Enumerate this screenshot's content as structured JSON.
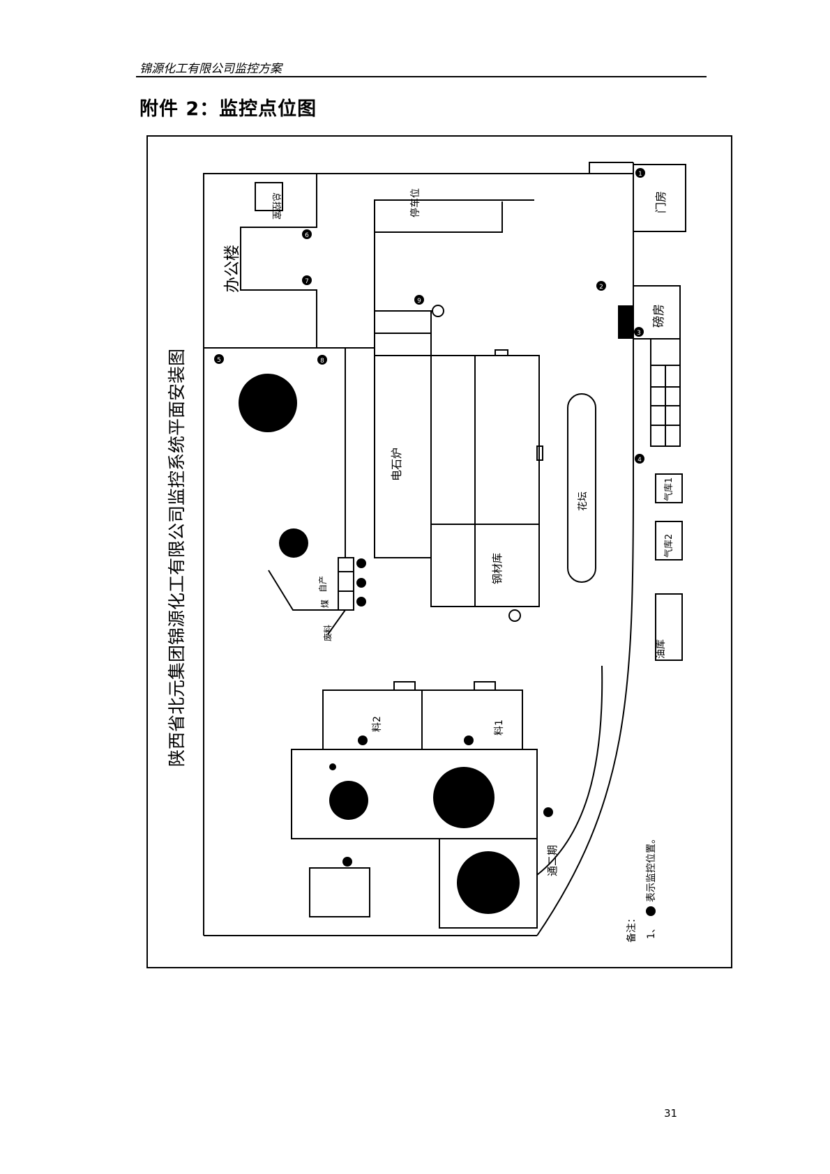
{
  "header": {
    "running_title": "锦源化工有限公司监控方案",
    "attachment_title": "附件 2：监控点位图"
  },
  "plan": {
    "title": "陕西省北元集团锦源化工有限公司监控系统平面安装图",
    "labels": {
      "office_building": "办公楼",
      "control_room": "总控室",
      "parking": "停车位",
      "gatehouse": "门房",
      "pump_room": "磅房",
      "carbide_furnace": "电石炉",
      "flower_bed": "花坛",
      "steel_warehouse": "钢材库",
      "gas_store_1": "气库1",
      "gas_store_2": "气库2",
      "oil_store": "油库",
      "material_1": "料1",
      "material_2": "料2",
      "self_produced": "自产",
      "coal": "煤",
      "waste_material": "废料",
      "phase_two": "通二期"
    },
    "note": {
      "heading": "备注：",
      "item_prefix": "1、",
      "item_text": "表示监控位置。"
    }
  },
  "footer": {
    "page_number": "31"
  }
}
